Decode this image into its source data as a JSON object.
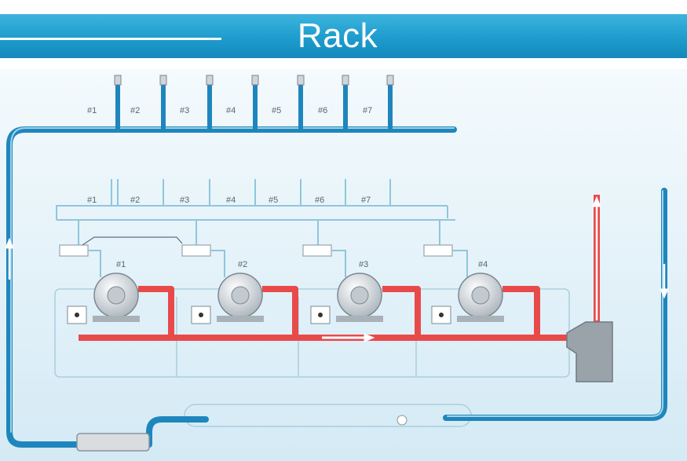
{
  "header": {
    "title": "Rack"
  },
  "top_manifold": {
    "ports": [
      "#1",
      "#2",
      "#3",
      "#4",
      "#5",
      "#6",
      "#7"
    ]
  },
  "mid_manifold": {
    "ports": [
      "#1",
      "#2",
      "#3",
      "#4",
      "#5",
      "#6",
      "#7"
    ]
  },
  "compressors": [
    "#1",
    "#2",
    "#3",
    "#4"
  ],
  "colors": {
    "suction_line": "#1f86bd",
    "discharge_line": "#e84a4a",
    "thin_line": "#8fc6dc",
    "background": "#e6f3f9",
    "header": "#1e9ccd"
  }
}
